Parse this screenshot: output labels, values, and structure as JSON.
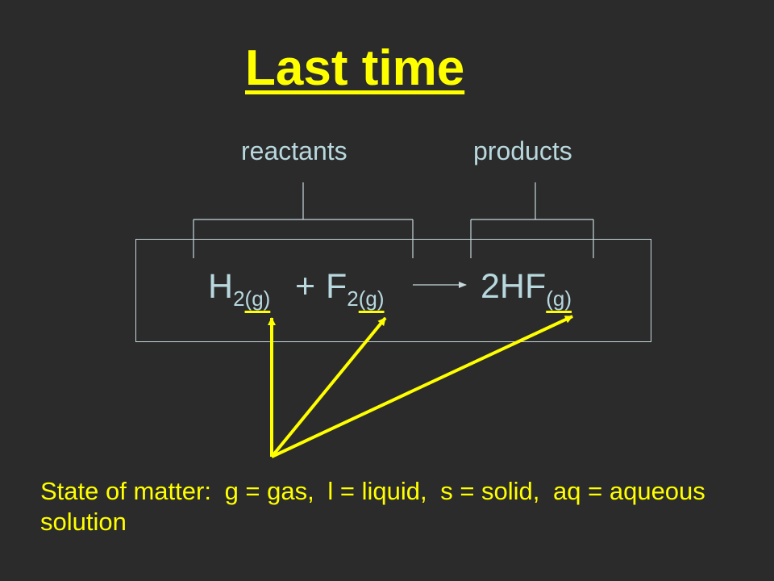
{
  "title": "Last time",
  "labels": {
    "reactants": "reactants",
    "products": "products"
  },
  "equation": {
    "h2_base": "H",
    "h2_sub_count": "2",
    "h2_sub_state": "(g)",
    "plus": "+",
    "f2_base": "F",
    "f2_sub_count": "2",
    "f2_sub_state": "(g)",
    "hf_base": "2HF",
    "hf_sub_state": "(g)"
  },
  "footnote": {
    "heading": "State of matter:",
    "g": "g = gas,",
    "l": "l = liquid,",
    "s": "s = solid,",
    "aq": "aq = aqueous solution"
  },
  "colors": {
    "background": "#2b2b2b",
    "accent": "#ffff00",
    "text": "#b8d8de"
  }
}
